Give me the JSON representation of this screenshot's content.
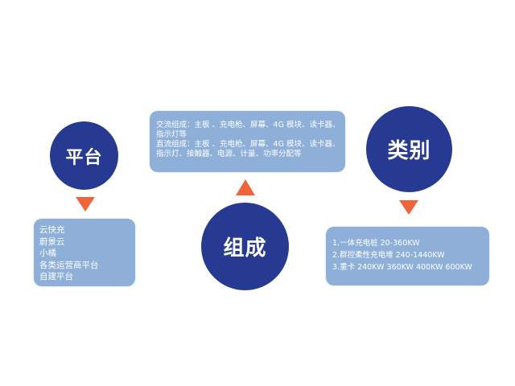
{
  "colors": {
    "circle_fill": "#273a91",
    "box_fill": "#8eafd8",
    "arrow": "#f0643a",
    "text": "#ffffff",
    "background": "#ffffff"
  },
  "composition": {
    "title": "组成",
    "lines": [
      "交流组成：主板 、充电枪、屏幕、4G 模块、读卡器、",
      "指示灯等",
      "直流组成：主板 、充电枪、屏幕、4G 模块、读卡器、",
      "指示灯、接触器、电源、计量、功率分配等"
    ]
  },
  "platform": {
    "title": "平台",
    "items": [
      "云快充",
      "蔚景云",
      "小橘",
      "各类运营商平台",
      "自建平台"
    ]
  },
  "category": {
    "title": "类别",
    "items": [
      "1.一体充电桩 20-360KW",
      "2.群控柔性充电堆 240-1440KW",
      "3.重卡 240KW 360KW 400KW 600KW"
    ]
  }
}
